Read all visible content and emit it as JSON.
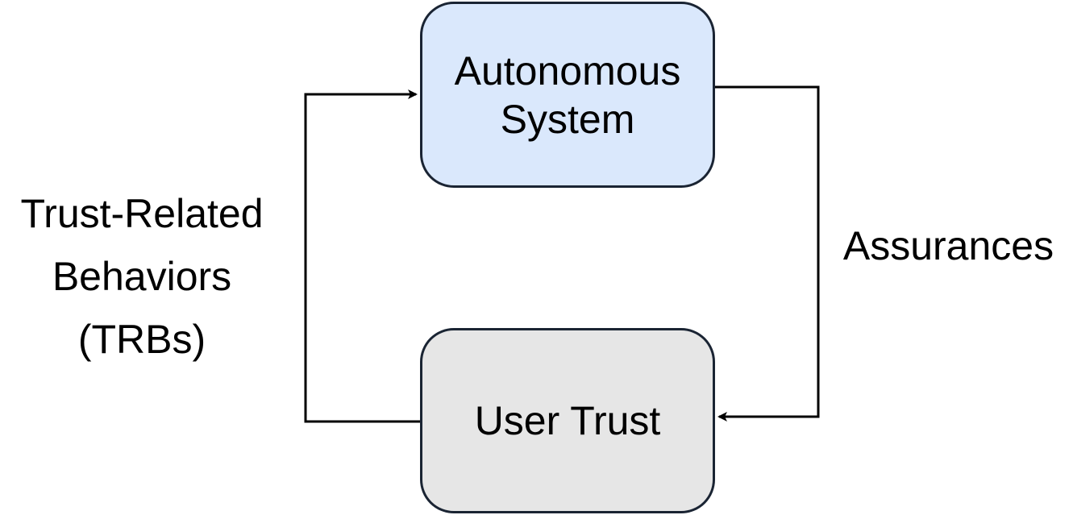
{
  "colors": {
    "autonomous_fill": "#dae8fc",
    "user_trust_fill": "#e6e6e6",
    "border": "#1a2433",
    "edge": "#000000"
  },
  "nodes": {
    "autonomous_system": {
      "lines": [
        "Autonomous",
        "System"
      ]
    },
    "user_trust": {
      "lines": [
        "User Trust"
      ]
    }
  },
  "edges": {
    "trbs": {
      "lines": [
        "Trust-Related",
        "Behaviors",
        "(TRBs)"
      ]
    },
    "assurances": {
      "lines": [
        "Assurances"
      ]
    }
  }
}
